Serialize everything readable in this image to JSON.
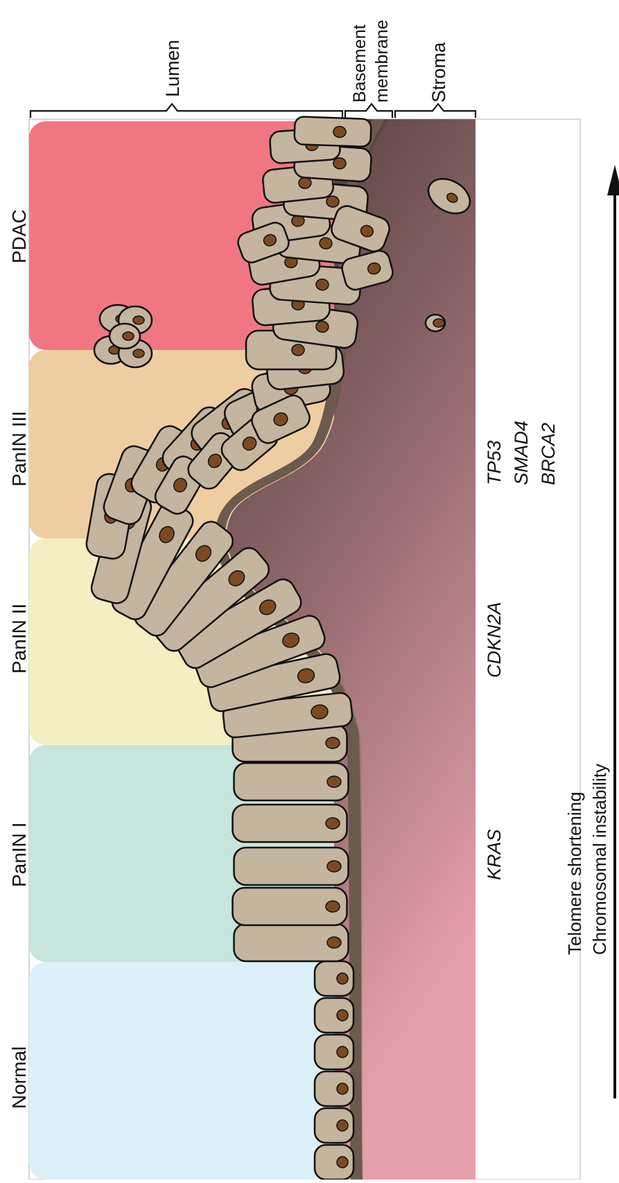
{
  "header": {
    "lumen": "Lumen",
    "basement_line1": "Basement",
    "basement_line2": "membrane",
    "stroma": "Stroma"
  },
  "stages": [
    {
      "label": "PDAC",
      "color": "#f07781"
    },
    {
      "label": "PanIN III",
      "color": "#efcda3"
    },
    {
      "label": "PanIN II",
      "color": "#f3efc2"
    },
    {
      "label": "PanIN I",
      "color": "#c6e5dc"
    },
    {
      "label": "Normal",
      "color": "#dcf0f8"
    }
  ],
  "genes": [
    "TP53",
    "SMAD4",
    "BRCA2",
    "CDKN2A",
    "KRAS"
  ],
  "progression": {
    "line1": "Telomere shortening",
    "line2": "Chromosomal instability",
    "arrow": "up-arrow"
  },
  "colors": {
    "cell_fill": "#c4b59e",
    "nucleus_fill": "#7b4a22",
    "outline": "#111111",
    "basement": "#6b5b4d",
    "stroma_top": "#5a4642",
    "stroma_bottom": "#e29ea8"
  }
}
